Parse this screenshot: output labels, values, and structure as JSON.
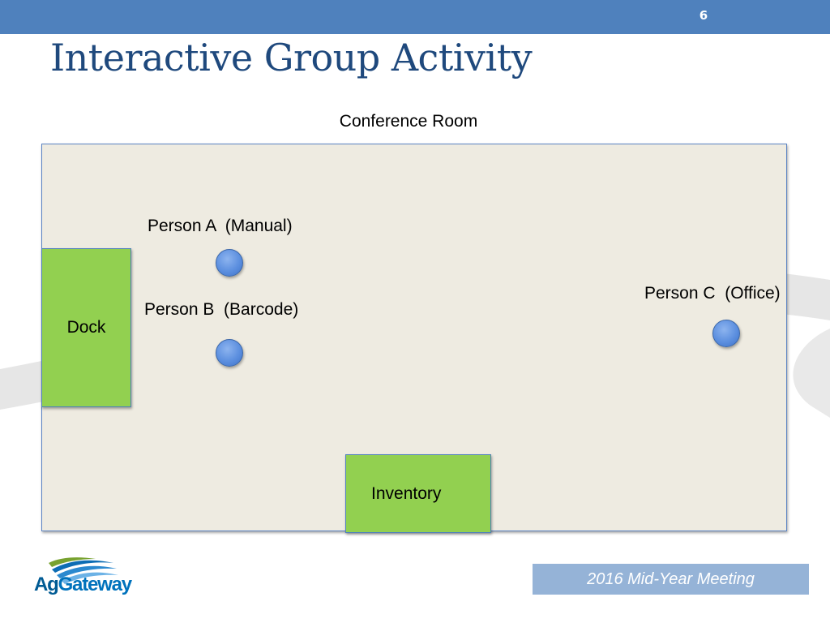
{
  "slide": {
    "number": "6",
    "title": "Interactive Group Activity"
  },
  "diagram": {
    "room_label": "Conference Room",
    "dock_label": "Dock",
    "inventory_label": "Inventory",
    "people": [
      {
        "label": "Person A  (Manual)"
      },
      {
        "label": "Person B  (Barcode)"
      },
      {
        "label": "Person C  (Office)"
      }
    ]
  },
  "footer": {
    "logo_text_ag": "Ag",
    "logo_text_gateway": "Gateway",
    "meeting": "2016 Mid-Year Meeting"
  },
  "colors": {
    "header_bar": "#4f81bd",
    "title": "#1f497d",
    "room_fill": "#eeebe1",
    "zone_fill": "#92d050",
    "person_dot": "#5c8fdf",
    "footer_box": "#95b3d7"
  }
}
